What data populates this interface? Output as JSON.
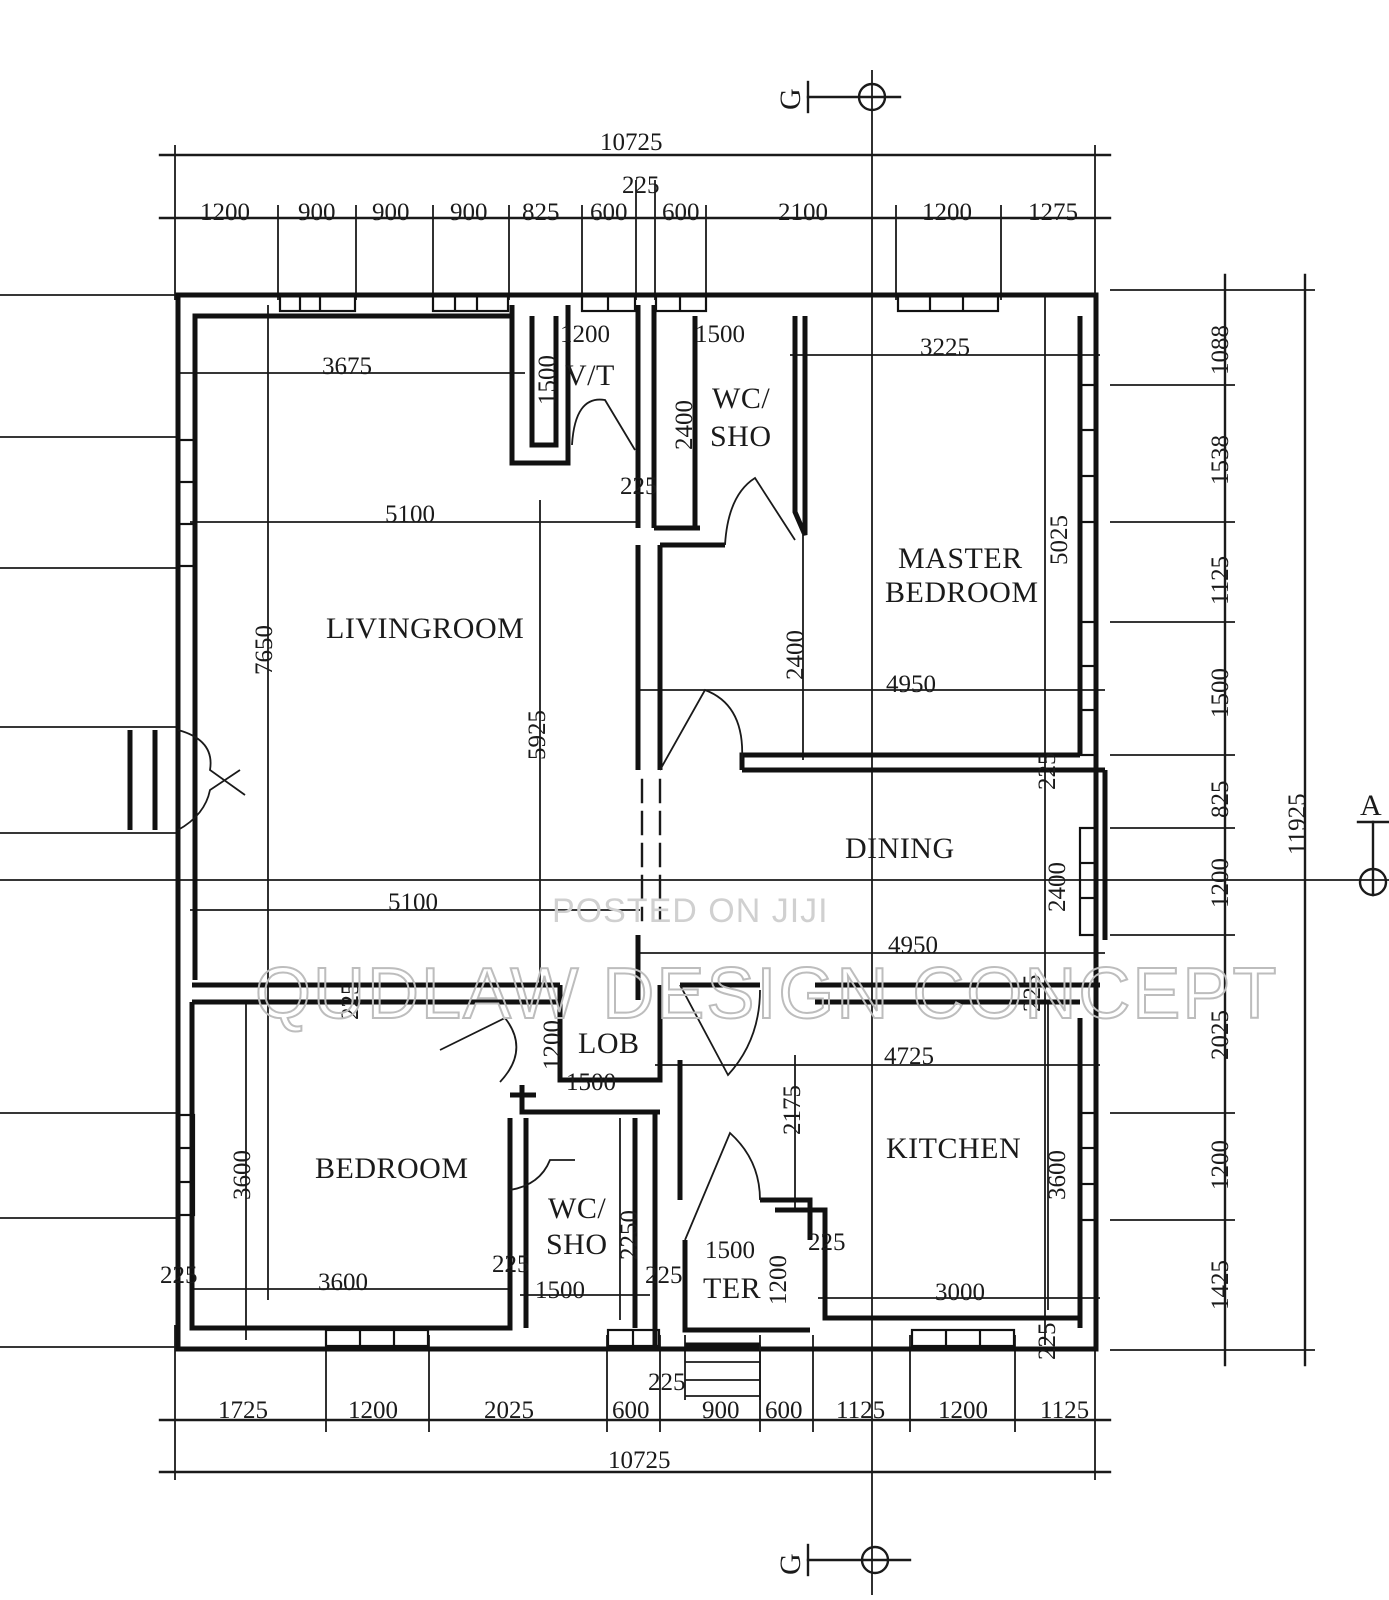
{
  "rooms": {
    "living": "LIVINGROOM",
    "vt": "V/T",
    "wc_top_1": "WC/",
    "wc_top_2": "SHO",
    "master_1": "MASTER",
    "master_2": "BEDROOM",
    "dining": "DINING",
    "lob": "LOB",
    "bedroom": "BEDROOM",
    "wc_bot_1": "WC/",
    "wc_bot_2": "SHO",
    "kitchen": "KITCHEN",
    "ter": "TER"
  },
  "gridlines": {
    "top_g": "G",
    "bottom_g": "G",
    "right_a": "A"
  },
  "dimensions": {
    "top_total": "10725",
    "top_225": "225",
    "top_segments": [
      "1200",
      "900",
      "900",
      "900",
      "825",
      "600",
      "600",
      "2100",
      "1200",
      "1275"
    ],
    "bottom_total": "10725",
    "bottom_225": "225",
    "bottom_segments": [
      "1725",
      "1200",
      "2025",
      "600",
      "900",
      "600",
      "1125",
      "1200",
      "1125"
    ],
    "right_total": "11925",
    "right_segments": [
      "1088",
      "1538",
      "1125",
      "1500",
      "825",
      "1200",
      "2025",
      "1200",
      "1425"
    ],
    "interior": {
      "d3675": "3675",
      "d1200_vt": "1200",
      "d1500_vt": "1500",
      "d1500_wc": "1500",
      "d2400_wc": "2400",
      "d225_a": "225",
      "d3225": "3225",
      "d5100_top": "5100",
      "d5025": "5025",
      "d7650": "7650",
      "d5925": "5925",
      "d2400_mb": "2400",
      "d4950_a": "4950",
      "d225_b": "225",
      "d2400_din": "2400",
      "d5100_bot": "5100",
      "d4950_b": "4950",
      "d225_c": "225",
      "d225_d": "225",
      "d1200_lob": "1200",
      "d1500_lob": "1500",
      "d4725": "4725",
      "d2175": "2175",
      "d3600_bed_v": "3600",
      "d3600_kit_v": "3600",
      "d2250": "2250",
      "d1500_ter": "1500",
      "d1200_ter": "1200",
      "d225_e": "225",
      "d225_f": "225",
      "d225_g": "225",
      "d225_h": "225",
      "d3600_bed_h": "3600",
      "d1500_wcb": "1500",
      "d3000": "3000",
      "d225_i": "225"
    }
  },
  "watermark": {
    "main": "QUDLAW DESIGN CONCEPT",
    "sub": "POSTED ON JIJI"
  }
}
